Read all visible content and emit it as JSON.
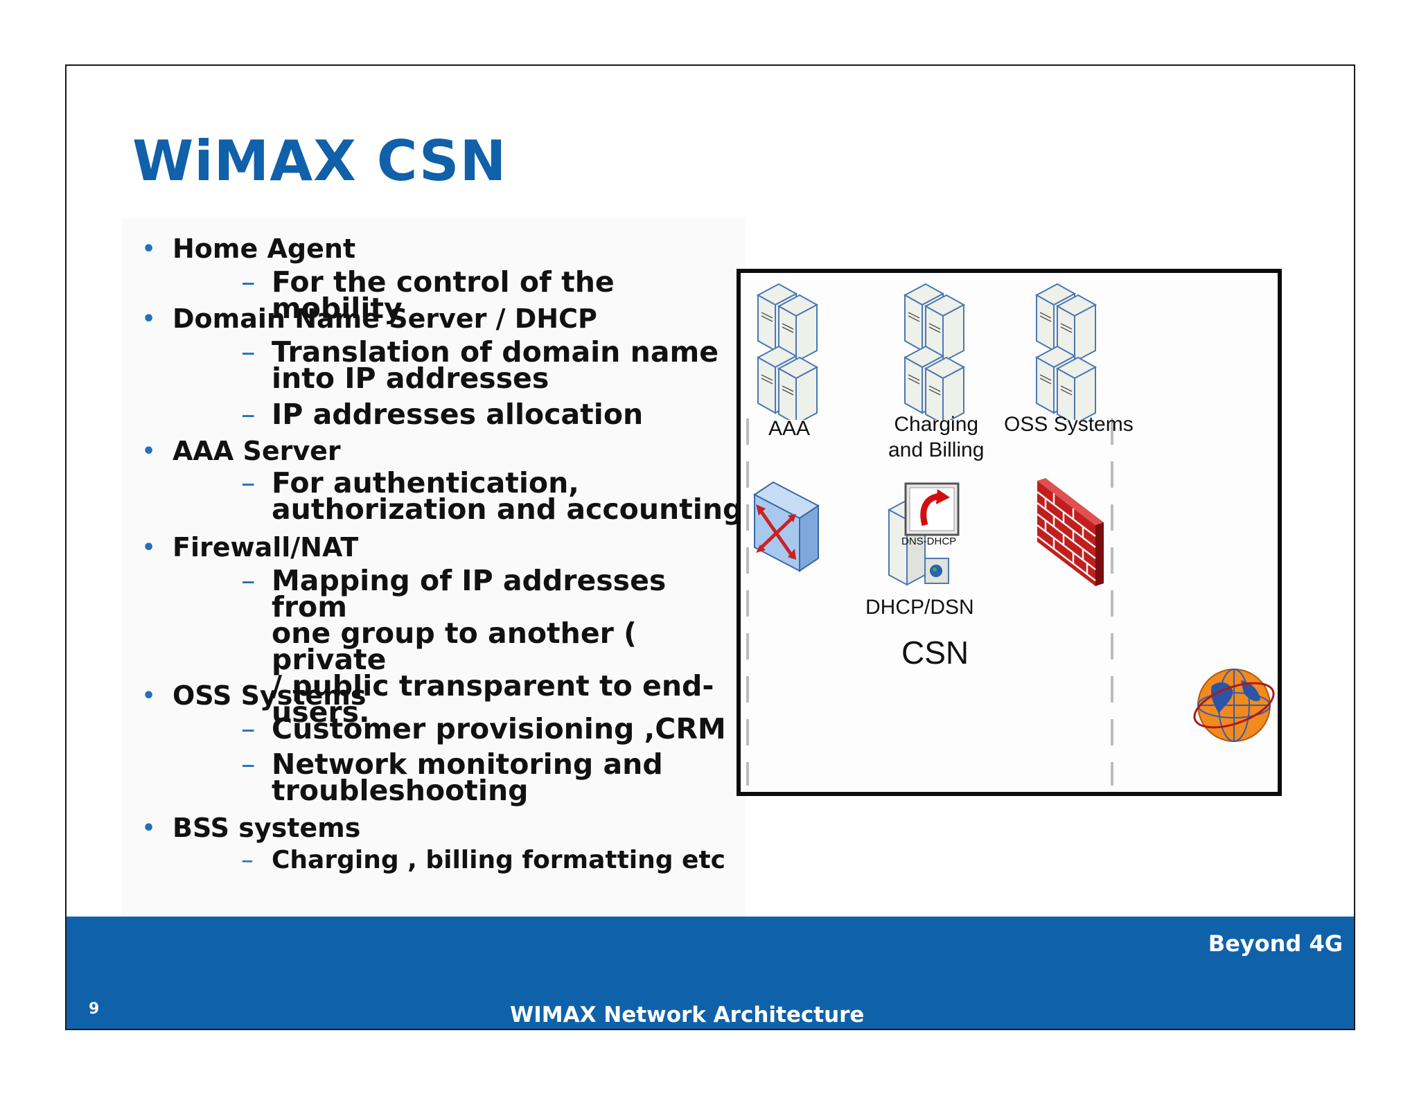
{
  "slide": {
    "title": "WiMAX CSN",
    "bullets": [
      {
        "level": 1,
        "text": "Home Agent"
      },
      {
        "level": 2,
        "lines": [
          "For the control of the mobility"
        ]
      },
      {
        "level": 1,
        "text": "Domain Name Server / DHCP"
      },
      {
        "level": 2,
        "lines": [
          "Translation of domain name",
          "into IP addresses"
        ]
      },
      {
        "level": 2,
        "lines": [
          "IP addresses allocation"
        ]
      },
      {
        "level": 1,
        "text": "AAA Server"
      },
      {
        "level": 2,
        "lines": [
          "For authentication,",
          "authorization and accounting"
        ]
      },
      {
        "level": 1,
        "text": "Firewall/NAT"
      },
      {
        "level": 2,
        "lines": [
          "Mapping of IP addresses from",
          "one group to another ( private",
          "/ public transparent to end-",
          "users."
        ]
      },
      {
        "level": 1,
        "text": "OSS Systems"
      },
      {
        "level": 2,
        "lines": [
          "Customer provisioning ,CRM"
        ]
      },
      {
        "level": 2,
        "lines": [
          "Network monitoring and",
          "troubleshooting"
        ]
      },
      {
        "level": 1,
        "text": "BSS systems"
      },
      {
        "level": 2,
        "lines": [
          "Charging , billing formatting etc"
        ]
      }
    ],
    "diagram": {
      "aaa_label": "AAA",
      "charging_label_line1": "Charging",
      "charging_label_line2": "and Billing",
      "oss_label": "OSS Systems",
      "dns_dhcp_icon_text": "DNS-DHCP",
      "dhcp_label": "DHCP/DSN",
      "csn_label": "CSN",
      "icons": [
        "server-rack-icon",
        "server-rack-icon",
        "server-rack-icon",
        "router-switch-icon",
        "dns-dhcp-server-icon",
        "firewall-icon",
        "globe-icon"
      ]
    },
    "footer": {
      "brand": "Beyond 4G",
      "page_number": "9",
      "title": "WIMAX Network Architecture"
    },
    "colors": {
      "accent": "#1060aa",
      "footer_bg": "#0f62aa",
      "firewall": "#c21e1e"
    }
  }
}
